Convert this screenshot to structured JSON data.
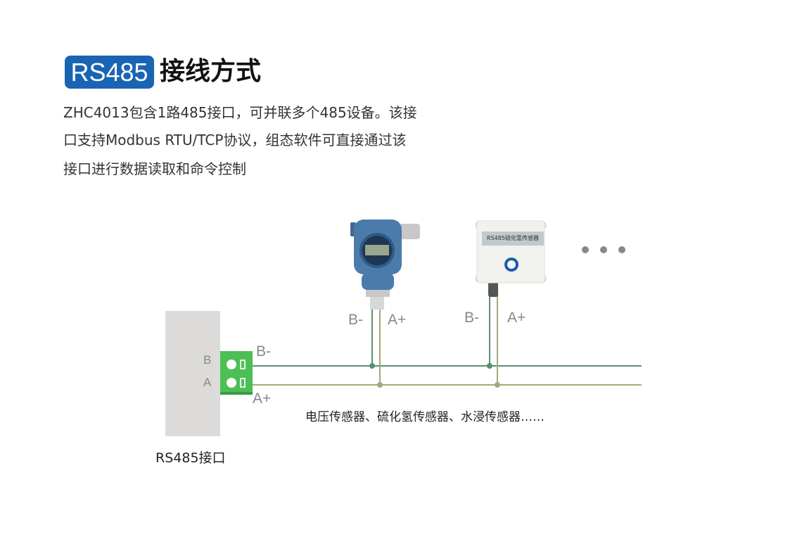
{
  "header": {
    "badge": "RS485",
    "title": "接线方式"
  },
  "description": [
    "ZHC4013包含1路485接口，可并联多个485设备。该接",
    "口支持Modbus RTU/TCP协议，组态软件可直接通过该",
    "接口进行数据读取和命令控制"
  ],
  "diagram": {
    "port_label": "RS485接口",
    "pin_b": "B",
    "pin_a": "A",
    "bus_b": "B-",
    "bus_a": "A+",
    "device1": {
      "b": "B-",
      "a": "A+"
    },
    "device2": {
      "b": "B-",
      "a": "A+",
      "panel_text": "RS485硫化氢传感器"
    },
    "caption": "电压传感器、硫化氢传感器、水浸传感器……",
    "colors": {
      "badge": "#1a64b4",
      "wire_b": "#5a9170",
      "wire_a": "#a5a878",
      "connector": "#4cbf55"
    }
  }
}
